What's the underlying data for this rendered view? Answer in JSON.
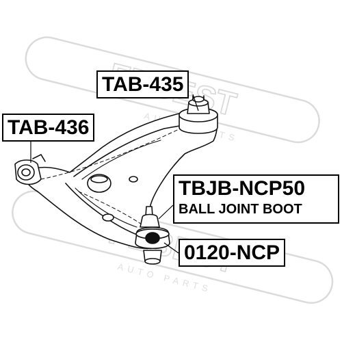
{
  "watermark": {
    "brand": "FEBEST",
    "tagline": "AUTO PARTS"
  },
  "callouts": {
    "tab435": "TAB-435",
    "tab436": "TAB-436",
    "ncp50_part": "TBJB-NCP50",
    "ncp50_desc": "BALL JOINT BOOT",
    "ncp0120": "0120-NCP"
  }
}
